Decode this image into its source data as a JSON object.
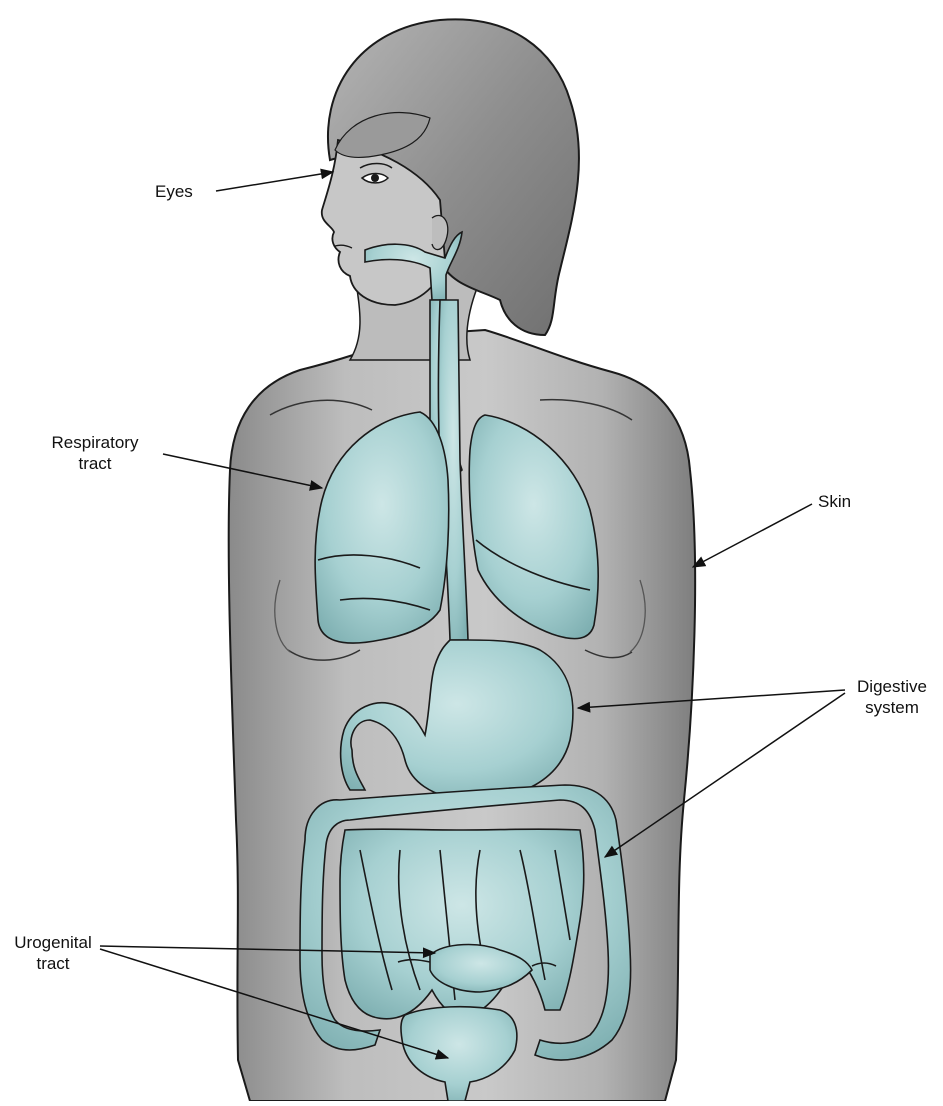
{
  "labels": {
    "eyes": "Eyes",
    "respiratory": [
      "Respiratory",
      "tract"
    ],
    "skin": "Skin",
    "digestive": [
      "Digestive",
      "system"
    ],
    "urogenital": [
      "Urogenital",
      "tract"
    ]
  },
  "colors": {
    "skin": "#a9a9a9",
    "skin_light": "#d4d4d4",
    "hair": "#8c8c8c",
    "organ": "#a9d3d3",
    "organ_dark": "#7fb3b5",
    "outline": "#1a1a1a"
  }
}
